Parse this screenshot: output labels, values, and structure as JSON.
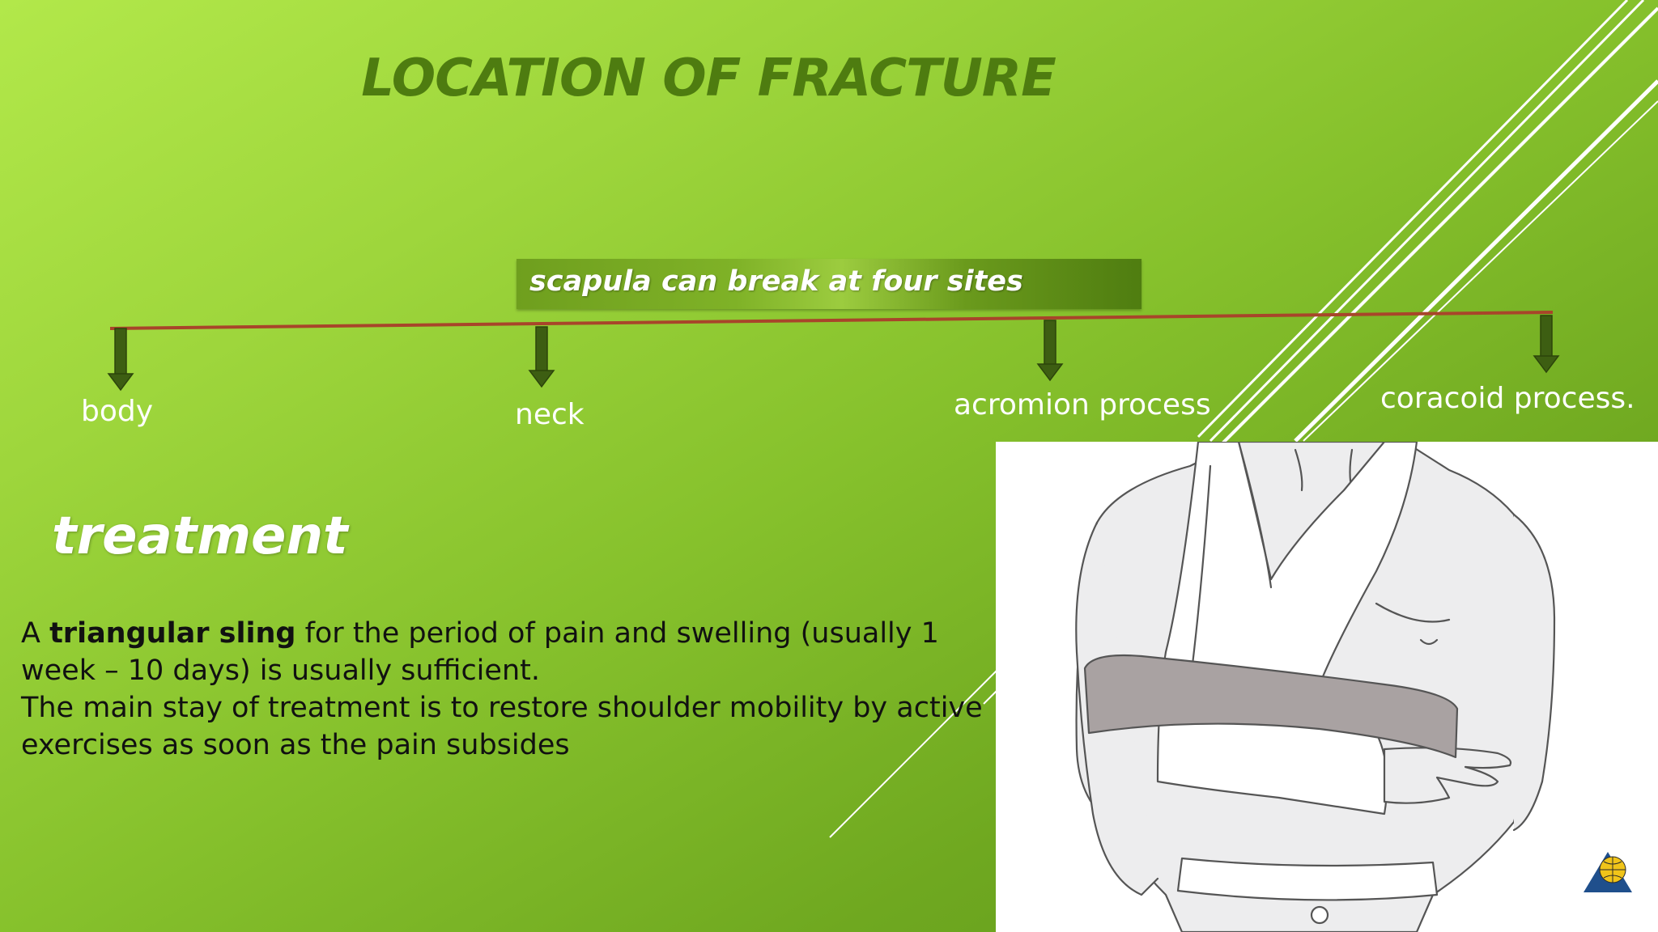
{
  "slide": {
    "title": "LOCATION OF FRACTURE",
    "banner": "scapula can break at four sites",
    "sites": [
      "body",
      "neck",
      "acromion process",
      "coracoid process."
    ],
    "treatment_heading": "treatment",
    "para1_prefix": "A ",
    "para1_bold": "triangular sling",
    "para1_rest": " for the period of pain and swelling (usually 1 week – 10 days) is usually sufficient.",
    "para2": "The main stay of treatment is to restore shoulder mobility by active exercises as soon as the pain subsides"
  },
  "colors": {
    "accent_dark_green": "#4e7c10",
    "timeline_line": "#a8452a",
    "arrow": "#3d5e12",
    "sling_band": "#a9a2a2"
  },
  "icons": [
    "down-arrow-icon",
    "globe-logo-icon"
  ]
}
